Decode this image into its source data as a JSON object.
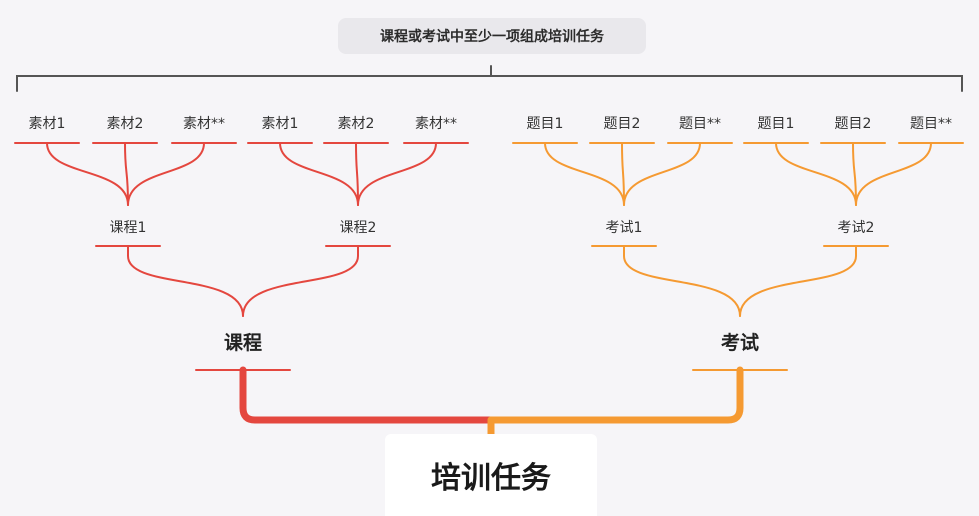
{
  "caption": "课程或考试中至少一项组成培训任务",
  "root": "培训任务",
  "colors": {
    "course": "#e4473f",
    "exam": "#f59a32",
    "bracket": "#555555"
  },
  "branches": [
    {
      "label": "课程",
      "children": [
        {
          "label": "课程1",
          "leaves": [
            "素材1",
            "素材2",
            "素材**"
          ]
        },
        {
          "label": "课程2",
          "leaves": [
            "素材1",
            "素材2",
            "素材**"
          ]
        }
      ]
    },
    {
      "label": "考试",
      "children": [
        {
          "label": "考试1",
          "leaves": [
            "题目1",
            "题目2",
            "题目**"
          ]
        },
        {
          "label": "考试2",
          "leaves": [
            "题目1",
            "题目2",
            "题目**"
          ]
        }
      ]
    }
  ]
}
